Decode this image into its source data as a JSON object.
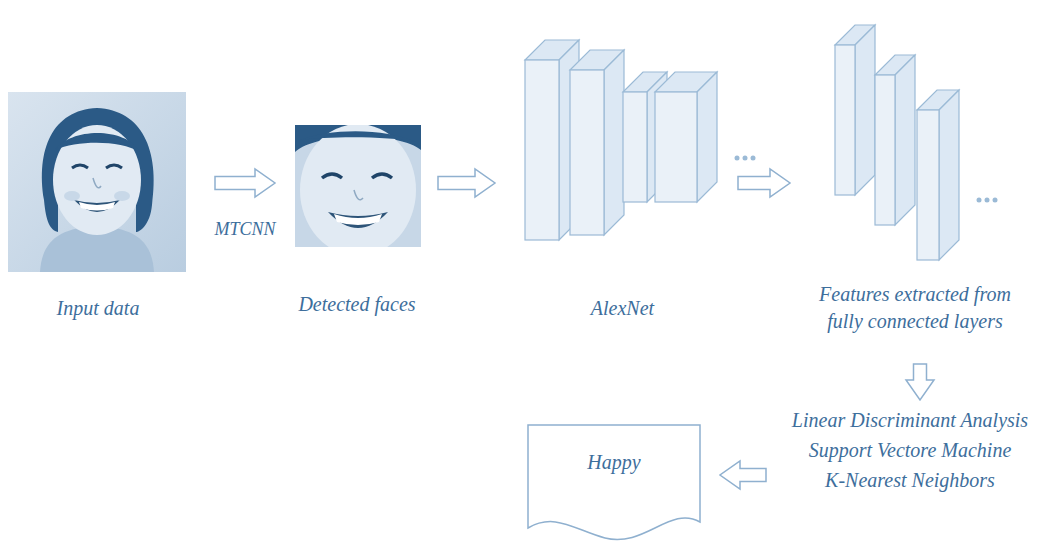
{
  "diagram": {
    "nodes": [
      {
        "text": [
          "Input data"
        ]
      },
      {
        "text": [
          "Detected faces"
        ]
      },
      {
        "text": [
          "AlexNet"
        ]
      },
      {
        "text": [
          "Features extracted from fully connected layers"
        ]
      },
      {
        "text": [
          "Linear Discriminant Analysis",
          "Support Vectore Machine",
          "K-Nearest Neighbors"
        ]
      },
      {
        "text": [
          "Happy"
        ]
      }
    ],
    "edges": [
      {
        "from": 0,
        "to": 1,
        "arrow": "to",
        "label": "MTCNN"
      },
      {
        "from": 1,
        "to": 2,
        "arrow": "to"
      },
      {
        "from": 2,
        "to": 3,
        "arrow": "to"
      },
      {
        "from": 3,
        "to": 4,
        "arrow": "to"
      },
      {
        "from": 4,
        "to": 5,
        "arrow": "to"
      }
    ]
  }
}
